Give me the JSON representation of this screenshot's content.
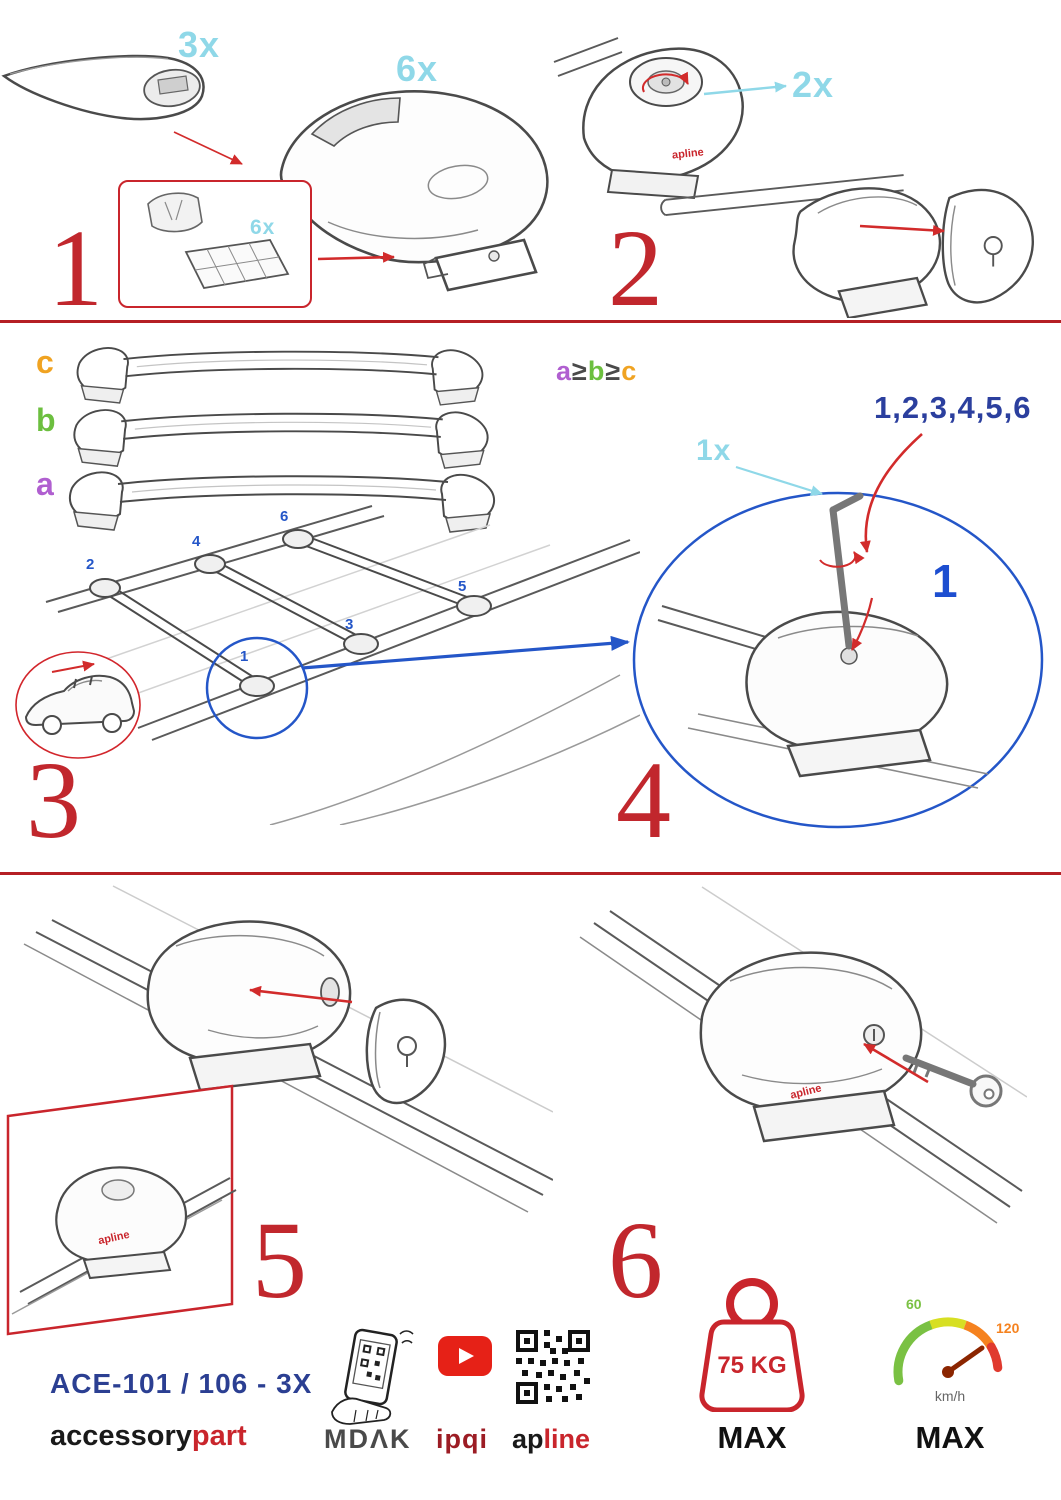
{
  "colors": {
    "accent_red": "#c1272d",
    "arrow_red": "#d22b2b",
    "accent_cyan": "#8fd8e8",
    "accent_blue": "#2456c8",
    "deep_blue": "#2b3f9e",
    "label_orange": "#f0a322",
    "label_green": "#6cbf3f",
    "label_purple": "#b05fd0"
  },
  "steps": {
    "one": {
      "num": "1",
      "bar_qty": "3x",
      "foot_qty": "6x",
      "pad_qty": "6x"
    },
    "two": {
      "num": "2",
      "lock_qty": "2x"
    },
    "three": {
      "num": "3",
      "bar_a": "a",
      "bar_b": "b",
      "bar_c": "c",
      "order": {
        "a": "a",
        "ge1": "≥",
        "b": "b",
        "ge2": "≥",
        "c": "c"
      },
      "positions": [
        "1",
        "2",
        "3",
        "4",
        "5",
        "6"
      ]
    },
    "four": {
      "num": "4",
      "sequence": "1,2,3,4,5,6",
      "tool_qty": "1x",
      "first": "1"
    },
    "five": {
      "num": "5"
    },
    "six": {
      "num": "6"
    }
  },
  "footer": {
    "model": "ACE-101 / 106 - 3X",
    "brand_accessory": "accessory",
    "brand_part": "part",
    "brand_mdak": "MDΛK",
    "brand_ipqi": "ipqi",
    "brand_ap": "ap",
    "brand_line": "line",
    "weight_value": "75 KG",
    "weight_max": "MAX",
    "speed_low": "60",
    "speed_high": "120",
    "speed_unit": "km/h",
    "speed_max": "MAX"
  },
  "logos": {
    "apline": "apline"
  }
}
